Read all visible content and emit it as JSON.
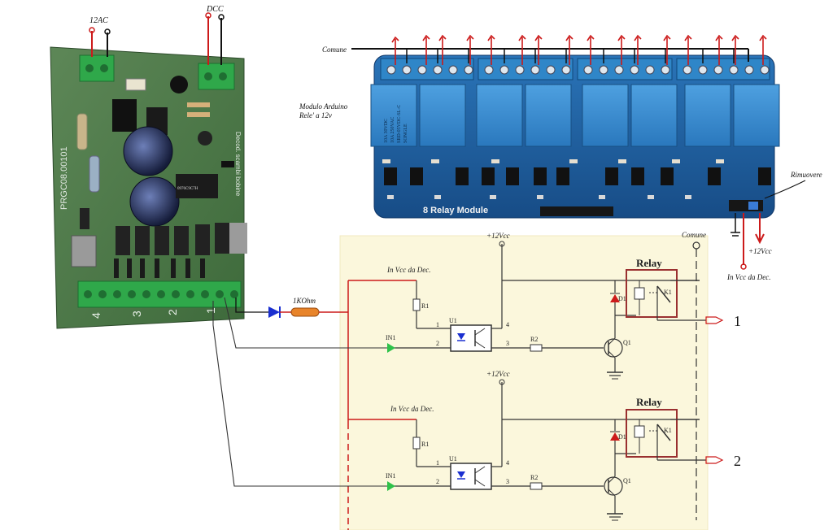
{
  "decoder_board": {
    "power_label": "12AC",
    "dcc_label": "DCC",
    "code_label": "PRGC08.00101",
    "side_label": "Decod. scambi bobine",
    "chip_label": "0976C9C7H",
    "terminal_numbers": [
      "4",
      "3",
      "2",
      "1"
    ]
  },
  "relay_module": {
    "comune_label": "Comune",
    "description_line1": "Modulo Arduino",
    "description_line2": "Rele' a 12v",
    "board_title": "8 Relay Module",
    "jumper_label": "Rimuovere",
    "vcc_label": "+12Vcc",
    "vcc_source_label": "In Vcc da Dec.",
    "relay_text": [
      "SRD-05VDC-SL-C",
      "10A 250VAC",
      "10A 30VDC",
      "SONGLE"
    ]
  },
  "wiring": {
    "resistor_label": "1KOhm"
  },
  "schematic": {
    "comune_label": "Comune",
    "channels": [
      {
        "vcc": "+12Vcc",
        "vcc_in": "In Vcc da Dec.",
        "r1": "R1",
        "u1": "U1",
        "in_label": "IN1",
        "r2": "R2",
        "q1": "Q1",
        "d1": "D1",
        "k1": "K1",
        "relay_title": "Relay",
        "pin1": "1",
        "pin2": "2",
        "pin3": "3",
        "pin4": "4",
        "output_number": "1"
      },
      {
        "vcc": "+12Vcc",
        "vcc_in": "In Vcc da Dec.",
        "r1": "R1",
        "u1": "U1",
        "in_label": "IN1",
        "r2": "R2",
        "q1": "Q1",
        "d1": "D1",
        "k1": "K1",
        "relay_title": "Relay",
        "pin1": "1",
        "pin2": "2",
        "pin3": "3",
        "pin4": "4",
        "output_number": "2"
      }
    ]
  },
  "colors": {
    "pcb_green": "#4f7a4a",
    "relay_blue": "#2e7fc0",
    "module_blue": "#1f5f9f",
    "wire_red": "#cc1a1a",
    "paper": "#fbf7dc",
    "relay_box": "#9a3030"
  }
}
